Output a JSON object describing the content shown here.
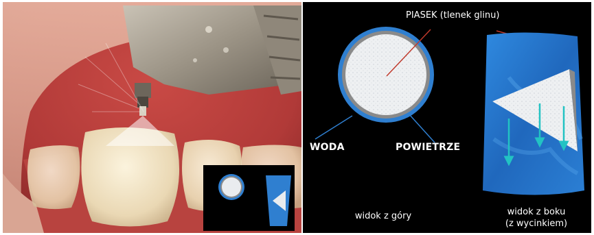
{
  "diagram": {
    "labels": {
      "sand": "PIASEK (tlenek glinu)",
      "water": "WODA",
      "air": "POWIETRZE",
      "top_view": "widok z góry",
      "side_view_line1": "widok z boku",
      "side_view_line2": "(z wycinkiem)"
    },
    "colors": {
      "background": "#000000",
      "water_blue": "#2f7fd0",
      "air_gray": "#8a8a8a",
      "sand_white": "#e9ecef",
      "pointer_red": "#c0392b",
      "arrow_teal": "#22c3c3"
    }
  },
  "photo": {
    "content": "dental air-abrasion handpiece spraying onto a molar",
    "inset": "thumbnail of the diagram"
  }
}
